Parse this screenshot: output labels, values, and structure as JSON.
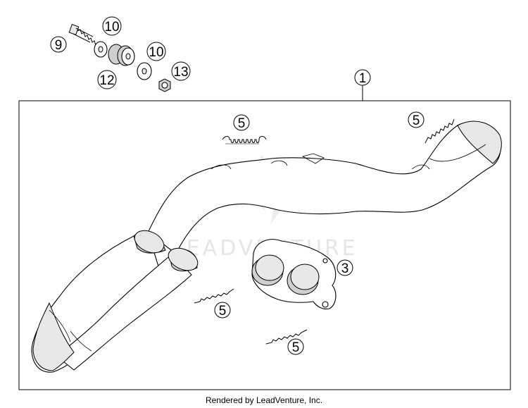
{
  "callouts": {
    "c1": "1",
    "c3": "3",
    "c5a": "5",
    "c5b": "5",
    "c5c": "5",
    "c5d": "5",
    "c9": "9",
    "c10a": "10",
    "c10b": "10",
    "c12": "12",
    "c13": "13"
  },
  "watermark": {
    "text": "LEADVENTURE"
  },
  "footer": {
    "rendered_by": "Rendered by LeadVenture, Inc."
  }
}
